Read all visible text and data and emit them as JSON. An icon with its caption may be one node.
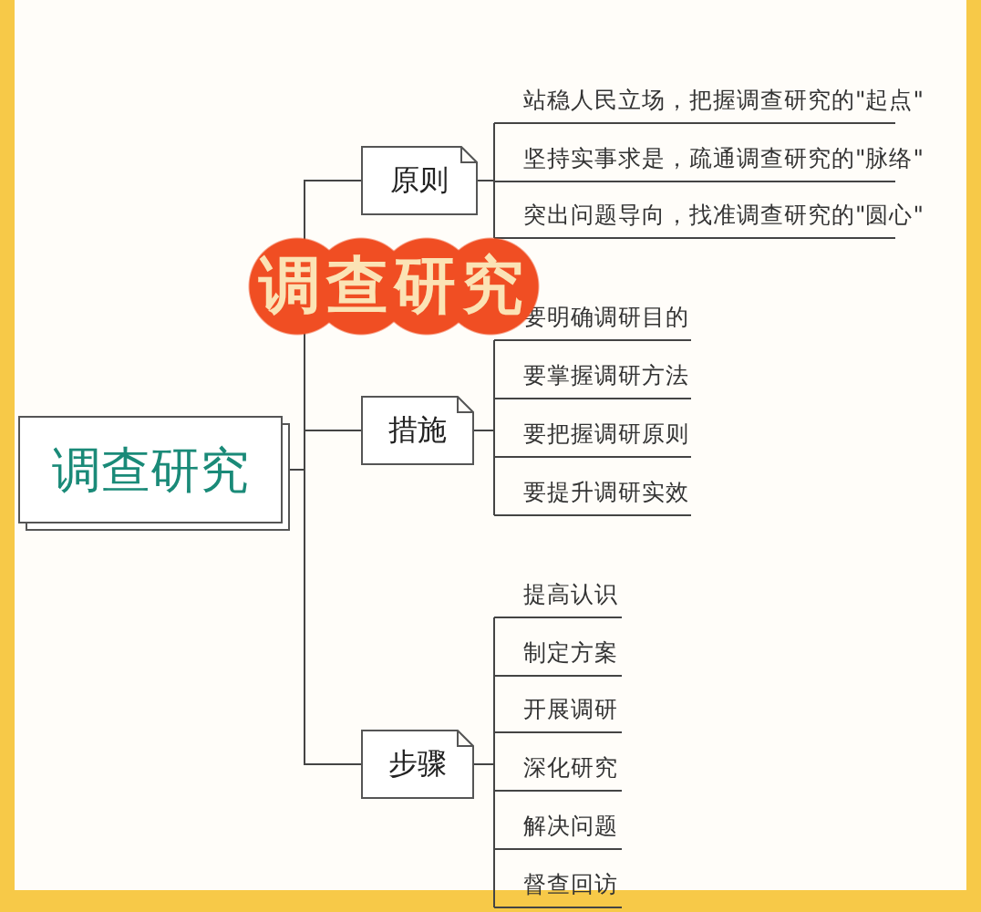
{
  "diagram": {
    "title": "调查研究",
    "nodes": [
      {
        "text": [
          "调查研究"
        ]
      },
      {
        "text": [
          "原则"
        ]
      },
      {
        "text": [
          "措施"
        ]
      },
      {
        "text": [
          "步骤"
        ]
      },
      {
        "text": [
          "站稳人民立场，把握调查研究的\"起点\""
        ]
      },
      {
        "text": [
          "坚持实事求是，疏通调查研究的\"脉络\""
        ]
      },
      {
        "text": [
          "突出问题导向，找准调查研究的\"圆心\""
        ]
      },
      {
        "text": [
          "要明确调研目的"
        ]
      },
      {
        "text": [
          "要掌握调研方法"
        ]
      },
      {
        "text": [
          "要把握调研原则"
        ]
      },
      {
        "text": [
          "要提升调研实效"
        ]
      },
      {
        "text": [
          "提高认识"
        ]
      },
      {
        "text": [
          "制定方案"
        ]
      },
      {
        "text": [
          "开展调研"
        ]
      },
      {
        "text": [
          "深化研究"
        ]
      },
      {
        "text": [
          "解决问题"
        ]
      },
      {
        "text": [
          "督查回访"
        ]
      }
    ],
    "edges": [
      {
        "from": 0,
        "to": 1,
        "arrow": "none"
      },
      {
        "from": 0,
        "to": 2,
        "arrow": "none"
      },
      {
        "from": 0,
        "to": 3,
        "arrow": "none"
      },
      {
        "from": 1,
        "to": 4,
        "arrow": "none"
      },
      {
        "from": 1,
        "to": 5,
        "arrow": "none"
      },
      {
        "from": 1,
        "to": 6,
        "arrow": "none"
      },
      {
        "from": 2,
        "to": 7,
        "arrow": "none"
      },
      {
        "from": 2,
        "to": 8,
        "arrow": "none"
      },
      {
        "from": 2,
        "to": 9,
        "arrow": "none"
      },
      {
        "from": 2,
        "to": 10,
        "arrow": "none"
      },
      {
        "from": 3,
        "to": 11,
        "arrow": "none"
      },
      {
        "from": 3,
        "to": 12,
        "arrow": "none"
      },
      {
        "from": 3,
        "to": 13,
        "arrow": "none"
      },
      {
        "from": 3,
        "to": 14,
        "arrow": "none"
      },
      {
        "from": 3,
        "to": 15,
        "arrow": "none"
      },
      {
        "from": 3,
        "to": 16,
        "arrow": "none"
      }
    ]
  }
}
